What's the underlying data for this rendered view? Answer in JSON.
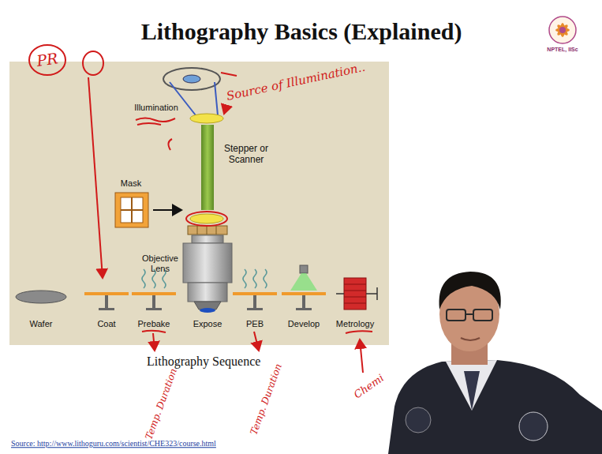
{
  "diagram": {
    "title": "Lithography Basics (Explained)",
    "caption": "Lithography Sequence",
    "labels": [
      "Source of Illumination..",
      "Illumination",
      "Stepper or Scanner",
      "Mask",
      "PR",
      "Objective Lens",
      "Wafer",
      "Coat",
      "Prebake",
      "Expose",
      "PEB",
      "Develop",
      "Metrology",
      "Temp. Duration",
      "Temp. Duration",
      "Chemi",
      "Source: http://www.lithoguru.com/scientist/CHE323/course.html",
      "NPTEL, IISc"
    ]
  }
}
